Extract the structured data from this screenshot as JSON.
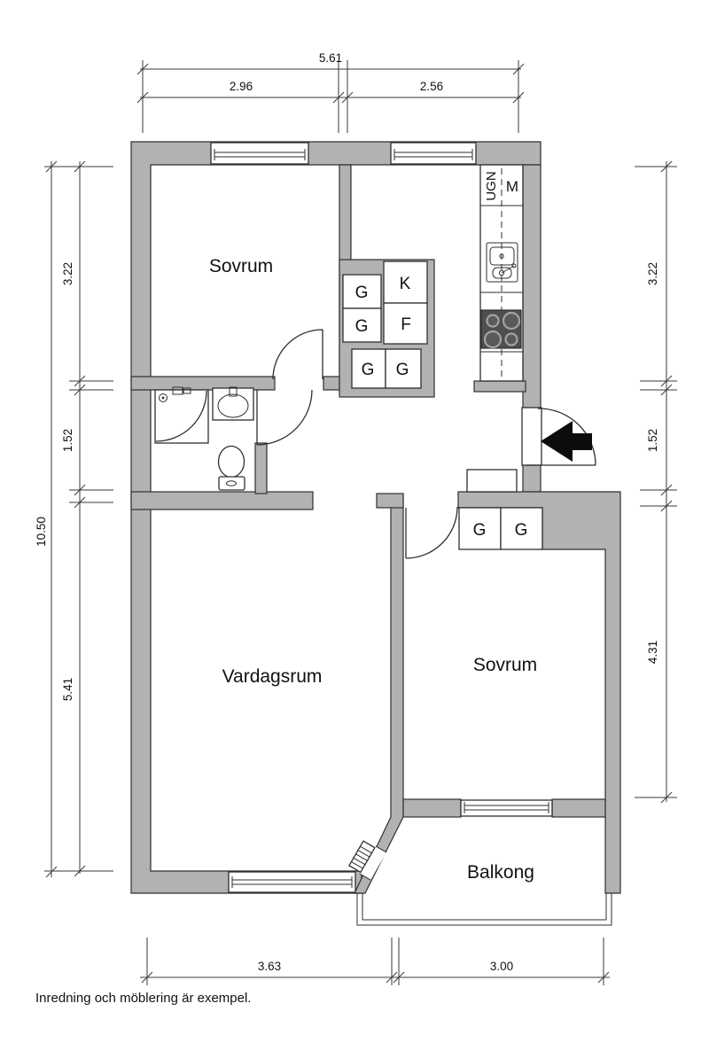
{
  "colors": {
    "wall_fill": "#b2b2b2",
    "line": "#2f2f2f",
    "stove_fill": "#4f4f4f",
    "burner_fill": "#5a5a5a",
    "burner_ring": "#a3a3a3",
    "text": "#111111",
    "background": "#ffffff"
  },
  "rooms": {
    "bedroom1": "Sovrum",
    "bedroom2": "Sovrum",
    "living_room": "Vardagsrum",
    "balcony": "Balkong"
  },
  "fixtures": {
    "wardrobe": "G",
    "fridge": "K",
    "freezer": "F",
    "oven": "UGN",
    "microwave": "M"
  },
  "dimensions": {
    "top": {
      "overall": "5.61",
      "segments": [
        "2.96",
        "2.56"
      ]
    },
    "left": {
      "overall": "10.50",
      "segments": [
        "3.22",
        "1.52",
        "5.41"
      ]
    },
    "right": {
      "segments": [
        "3.22",
        "1.52",
        "4.31"
      ]
    },
    "bottom": {
      "segments": [
        "3.63",
        "3.00"
      ]
    }
  },
  "footer": {
    "note": "Inredning och möblering är exempel."
  }
}
